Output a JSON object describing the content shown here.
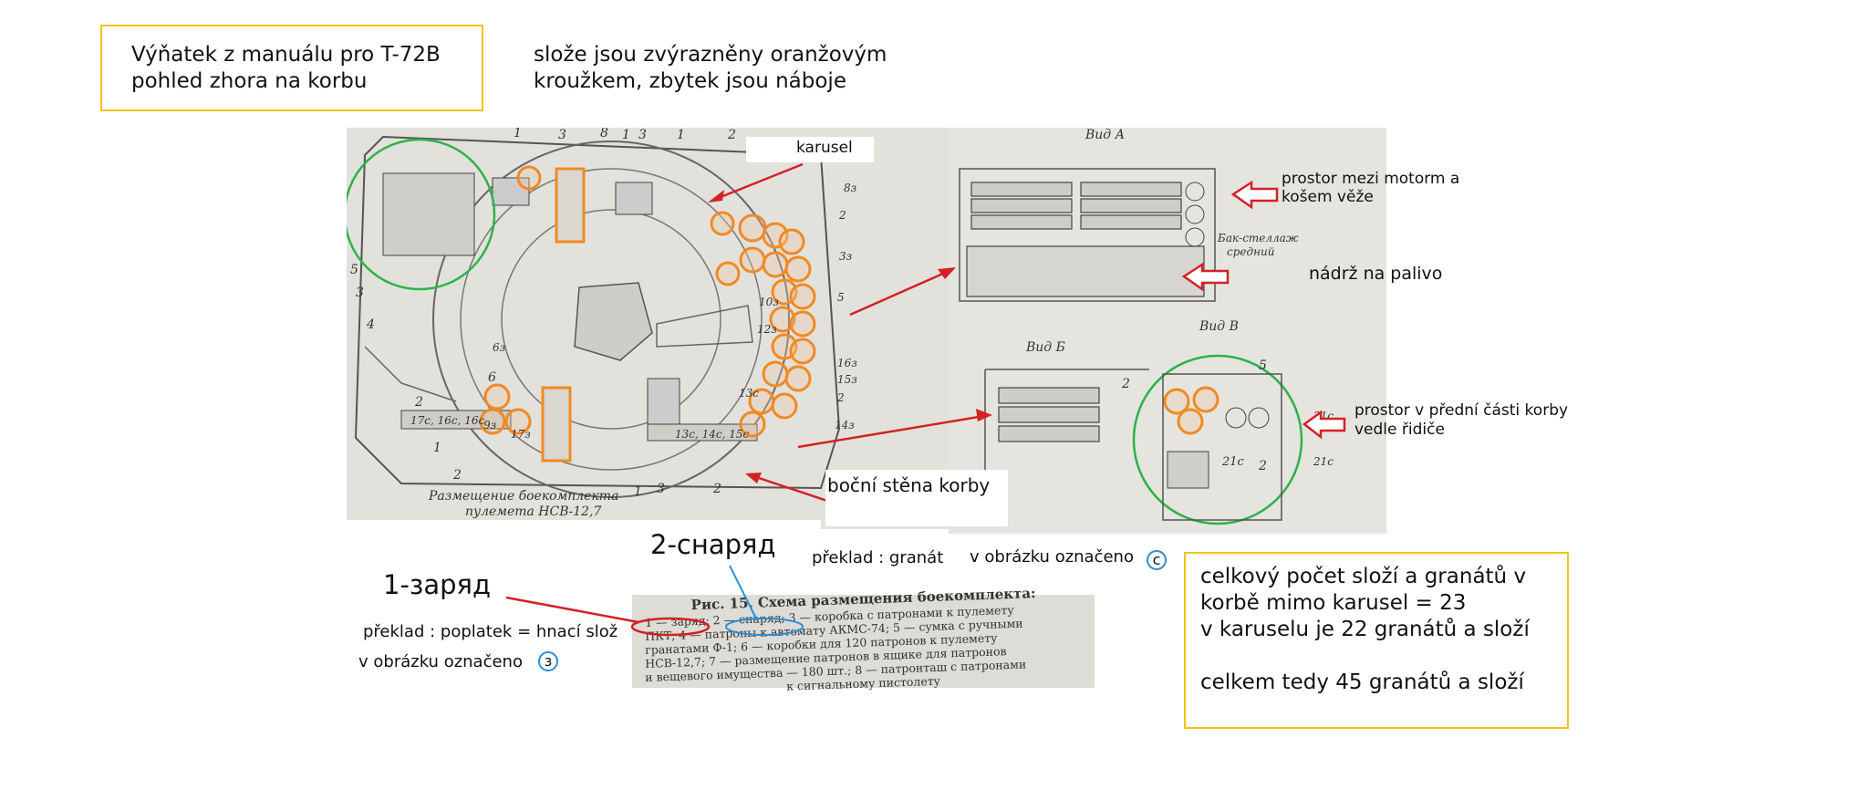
{
  "title_box": {
    "line1": "Výňatek z manuálu pro T-72B",
    "line2": "pohled zhora na korbu"
  },
  "note_top": {
    "line1": "slože jsou zvýrazněny oranžovým",
    "line2": "kroužkem, zbytek jsou náboje"
  },
  "labels": {
    "carousel": "karusel",
    "engine_space_1": "prostor mezi motorm a",
    "engine_space_2": "košem věže",
    "fuel_tank": "nádrž na palivo",
    "front_space_1": "prostor v přední části korby",
    "front_space_2": "vedle řidiče",
    "side_wall": "boční stěna korby"
  },
  "diagram_scan": {
    "caption_1": "Размещение боекомплекта",
    "caption_2": "пулемета НСВ-12,7",
    "view_a": "Вид А",
    "view_b": "Вид Б",
    "view_v": "Вид В",
    "bak_1": "Бак-стеллаж",
    "bak_2": "средний",
    "numbers": [
      "1",
      "3",
      "8",
      "1",
      "3",
      "1",
      "2",
      "5",
      "3",
      "4",
      "6",
      "2",
      "1",
      "2",
      "1",
      "3",
      "2",
      "2",
      "5",
      "2"
    ],
    "codes": [
      "8з",
      "2",
      "3з",
      "5",
      "16з",
      "15з",
      "2",
      "14з",
      "10з",
      "12з",
      "13с",
      "6з",
      "9з",
      "17з",
      "17с, 16с, 16с",
      "13с, 14с, 15с",
      "21с",
      "21с",
      "21с",
      "1",
      "2"
    ]
  },
  "legend_terms": {
    "zaryad": "1-заряд",
    "snaryad": "2-снаряд",
    "translation_granat": "překlad : granát",
    "marked_c": "v obrázku označeno",
    "marked_c_letter": "c",
    "translation_poplatek": "překlad : poplatek = hnací slož",
    "marked_z": "v obrázku označeno",
    "marked_z_letter": "з"
  },
  "legend_scan": {
    "caption": "Рис. 15. Схема размещения боекомплекта:",
    "line1": "1 — заряд; 2 — снаряд; 3 — коробка с патронами к пулемету",
    "line2": "ПКТ; 4 — патроны к автомату АКМС-74; 5 — сумка с ручными",
    "line3": "гранатами Ф-1; 6 — коробки для 120 патронов к пулемету",
    "line4": "НСВ-12,7; 7 — размещение патронов в ящике для патронов",
    "line5": "и вещевого имущества — 180 шт.; 8 — патронташ с патронами",
    "line6": "к сигнальному пистолету"
  },
  "summary_box": {
    "line1": "celkový počet složí a granátů v",
    "line2": "korbě mimo karusel = 23",
    "line3": "v karuselu je 22 granátů a složí",
    "line4": "celkem tedy 45 granátů a složí"
  },
  "colors": {
    "orange": "#f08a24",
    "green": "#2bb34a",
    "red": "#d42027",
    "blue": "#2a8fd6",
    "yellow": "#f0c419",
    "scan_bg": "#e3e1dc"
  }
}
